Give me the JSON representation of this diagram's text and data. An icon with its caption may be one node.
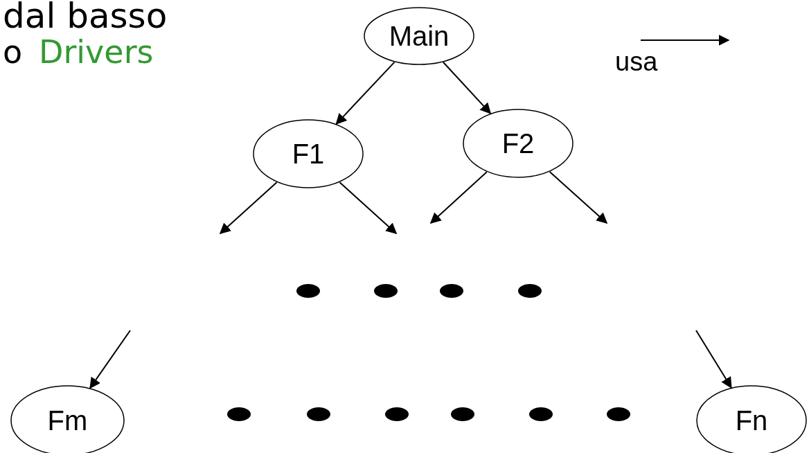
{
  "diagram": {
    "nodes": [
      {
        "text": [
          "Main"
        ]
      },
      {
        "text": [
          "F1"
        ]
      },
      {
        "text": [
          "F2"
        ]
      },
      {
        "text": [
          "Fm"
        ]
      },
      {
        "text": [
          "Fn"
        ]
      }
    ],
    "edges": [
      {
        "from": 0,
        "to": 1,
        "arrow": "to"
      },
      {
        "from": 0,
        "to": 2,
        "arrow": "to"
      },
      {
        "from": 1,
        "to": null,
        "arrow": "to"
      },
      {
        "from": 1,
        "to": null,
        "arrow": "to"
      },
      {
        "from": 2,
        "to": null,
        "arrow": "to"
      },
      {
        "from": 2,
        "to": null,
        "arrow": "to"
      },
      {
        "from": null,
        "to": 3,
        "arrow": "to"
      },
      {
        "from": null,
        "to": 4,
        "arrow": "to"
      }
    ],
    "labels": [
      "dal basso",
      "o",
      "Drivers"
    ],
    "legend": [
      {
        "text": "usa"
      }
    ]
  }
}
